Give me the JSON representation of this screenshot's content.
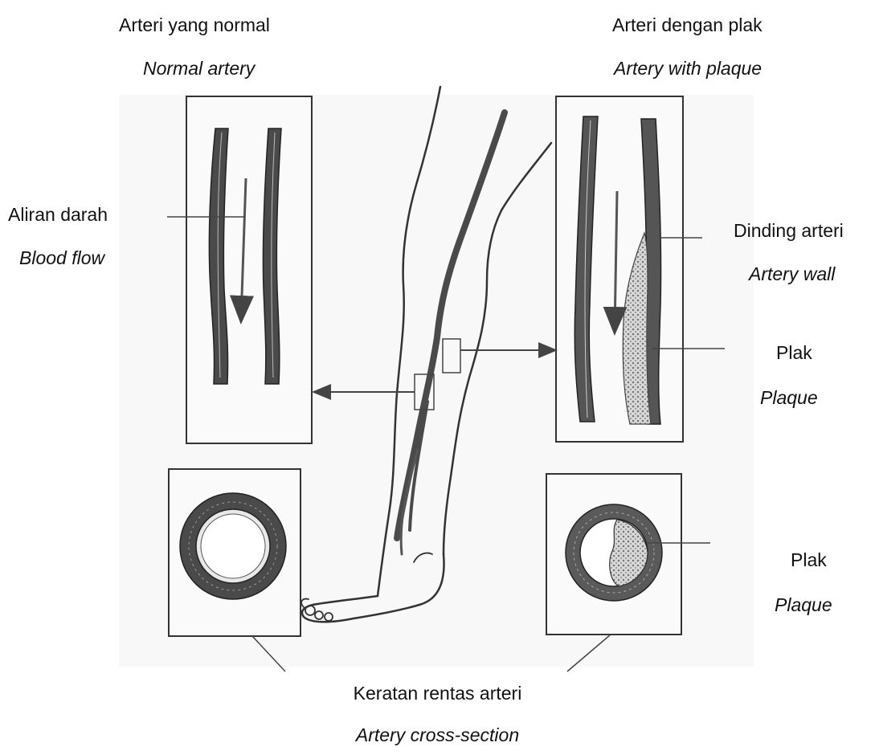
{
  "labels": {
    "normal_artery_ms": "Arteri yang normal",
    "normal_artery_en": "Normal artery",
    "plaque_artery_ms": "Arteri dengan plak",
    "plaque_artery_en": "Artery with plaque",
    "blood_flow_ms": "Aliran darah",
    "blood_flow_en": "Blood flow",
    "artery_wall_ms": "Dinding arteri",
    "artery_wall_en": "Artery wall",
    "plaque_long_ms": "Plak",
    "plaque_long_en": "Plaque",
    "plaque_cross_ms": "Plak",
    "plaque_cross_en": "Plaque",
    "cross_section_ms": "Keratan rentas arteri",
    "cross_section_en": "Artery cross-section"
  },
  "colors": {
    "ink": "#3a3a3a",
    "vessel_dark": "#444444",
    "vessel_light": "#8a8a8a",
    "plaque_fill": "#cfcfcf",
    "paper": "#f7f7f7"
  }
}
